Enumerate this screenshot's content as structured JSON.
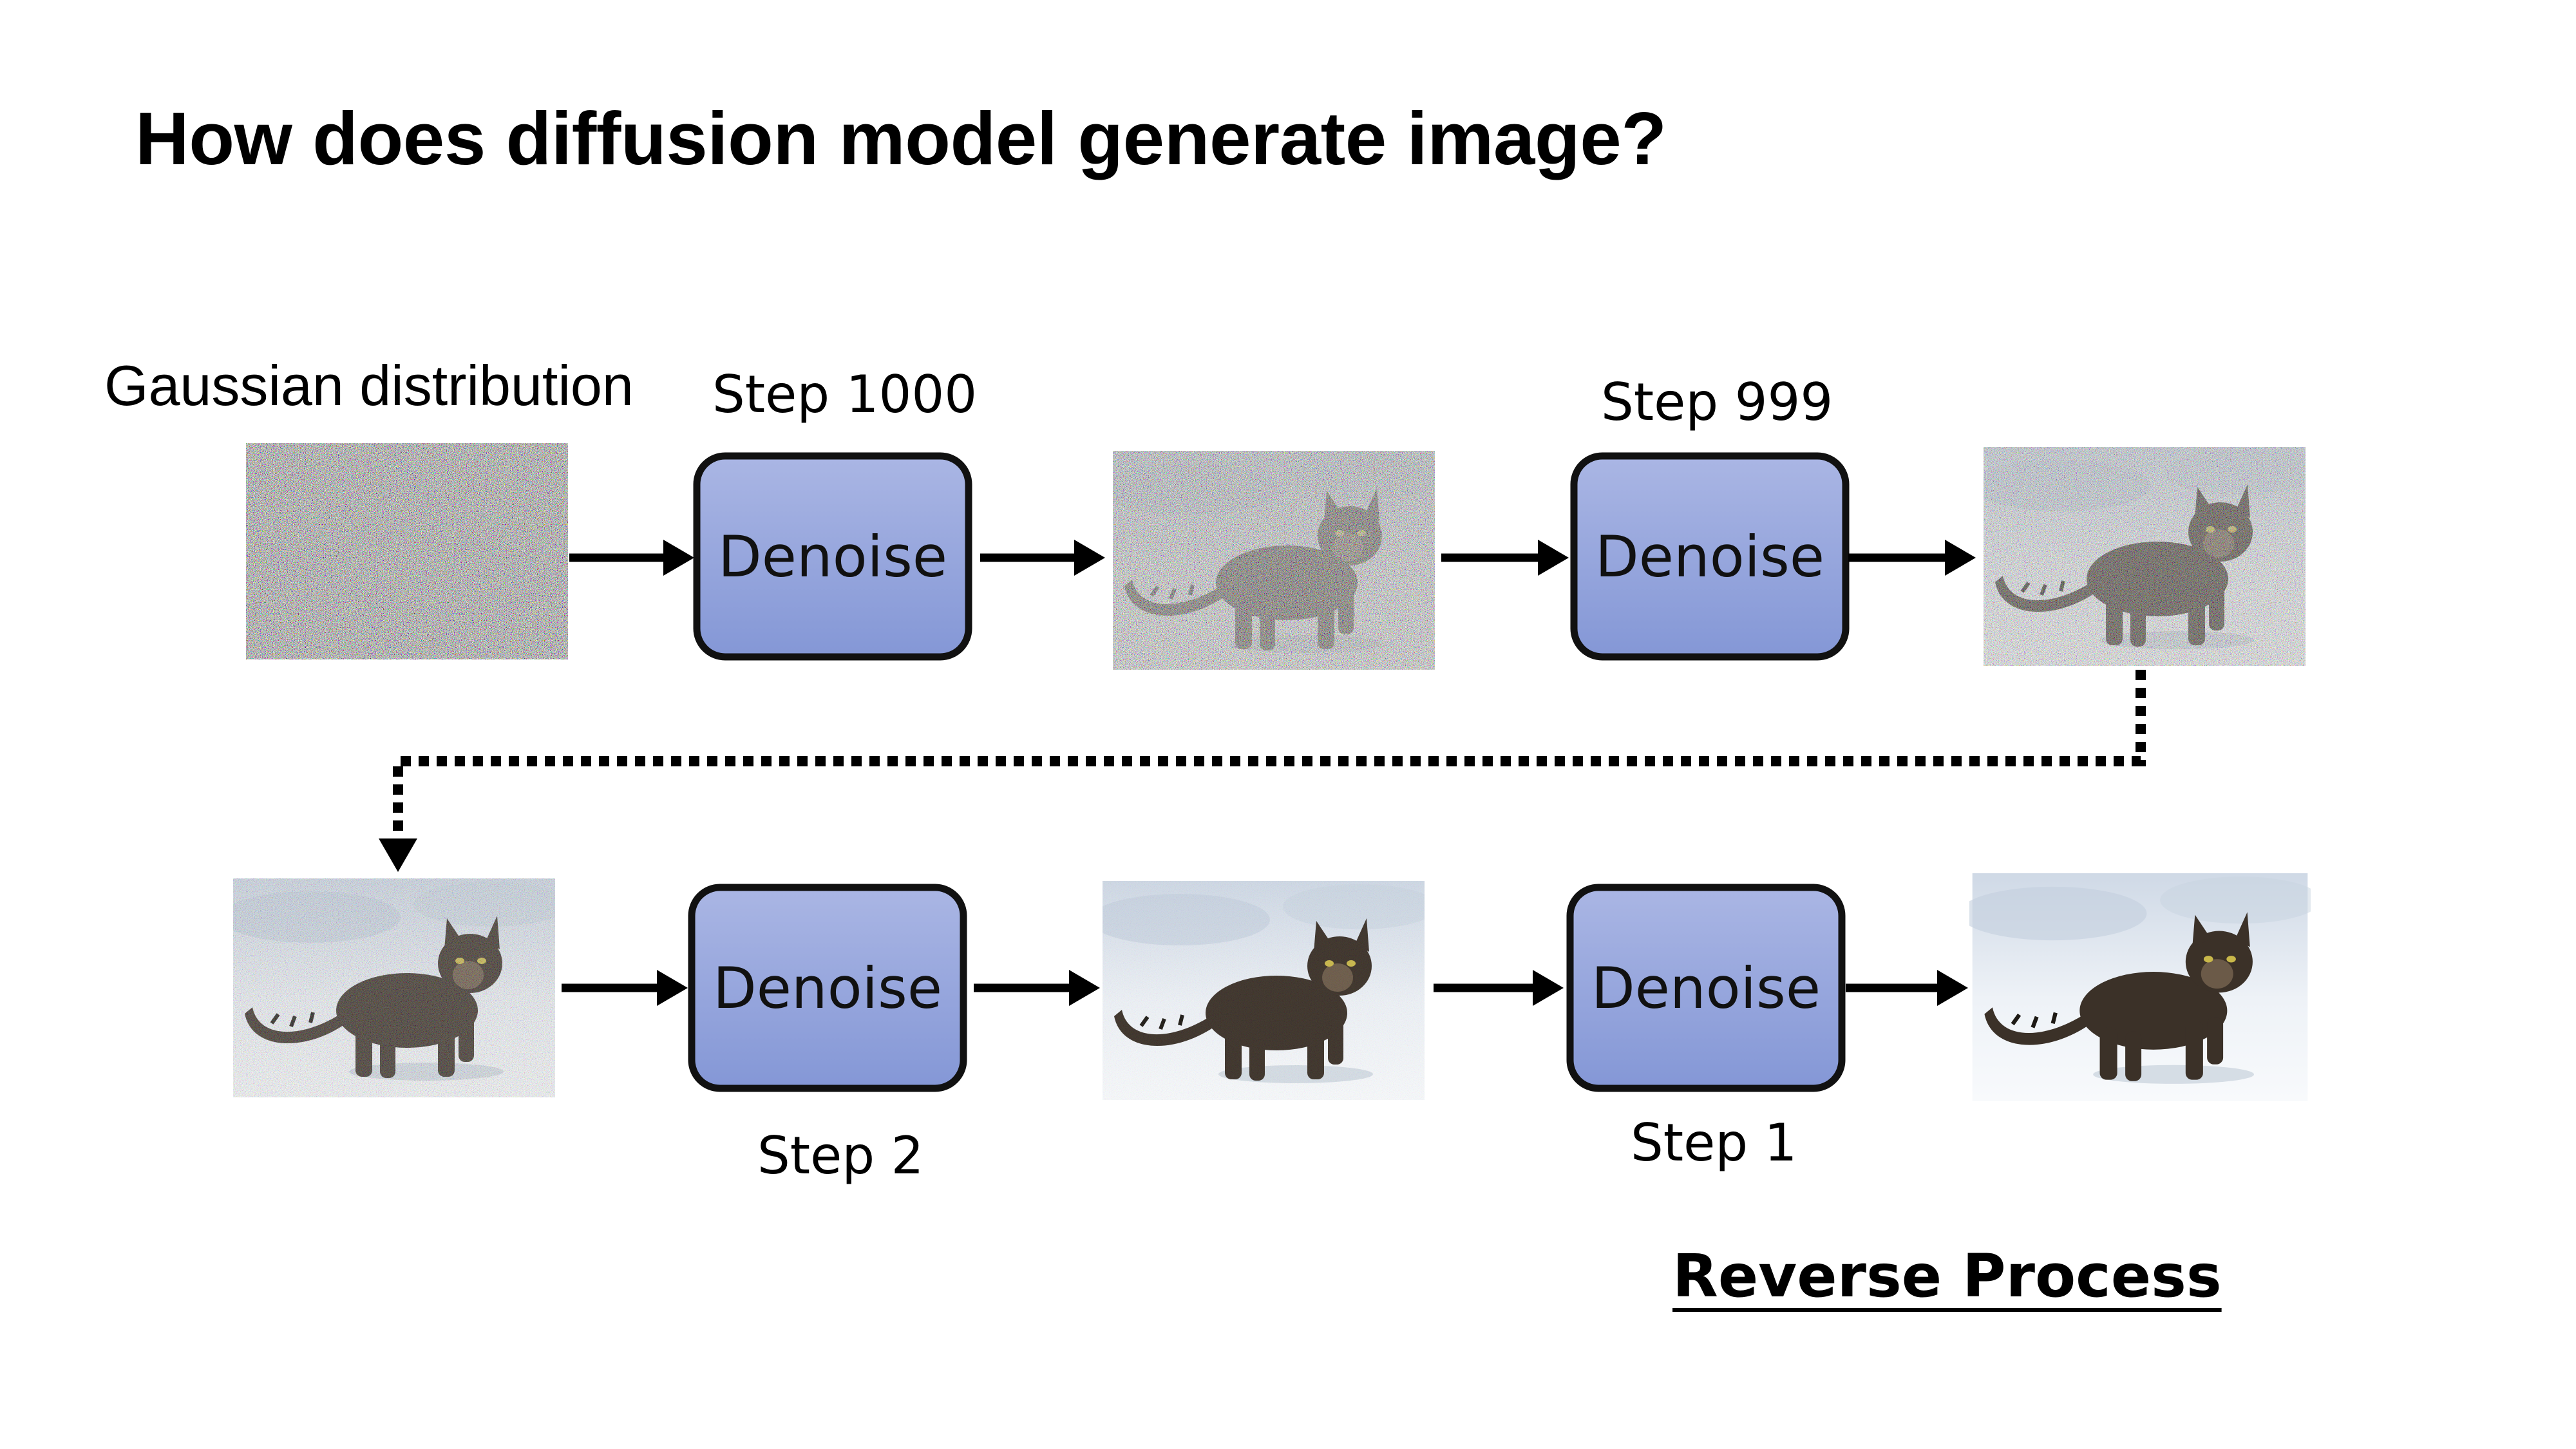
{
  "title": "How does diffusion model generate image?",
  "labels": {
    "gaussian": "Gaussian distribution",
    "step_1000": "Step 1000",
    "step_999": "Step 999",
    "step_2": "Step 2",
    "step_1": "Step 1",
    "denoise": "Denoise",
    "reverse_process": "Reverse Process"
  },
  "images": [
    {
      "name": "gaussian-noise-image",
      "noise": 1.0
    },
    {
      "name": "noisy-cat-step-1000",
      "noise": 0.75
    },
    {
      "name": "noisy-cat-step-999",
      "noise": 0.55
    },
    {
      "name": "noisy-cat-step-3",
      "noise": 0.28
    },
    {
      "name": "cat-step-2",
      "noise": 0.06
    },
    {
      "name": "cat-final",
      "noise": 0.0
    }
  ],
  "colors": {
    "denoise_fill_top": "#aab6e4",
    "denoise_fill_bottom": "#8497d6",
    "denoise_border": "#111111",
    "arrow": "#000000",
    "snow": "#e8edf4",
    "cat": "#3b3128"
  }
}
